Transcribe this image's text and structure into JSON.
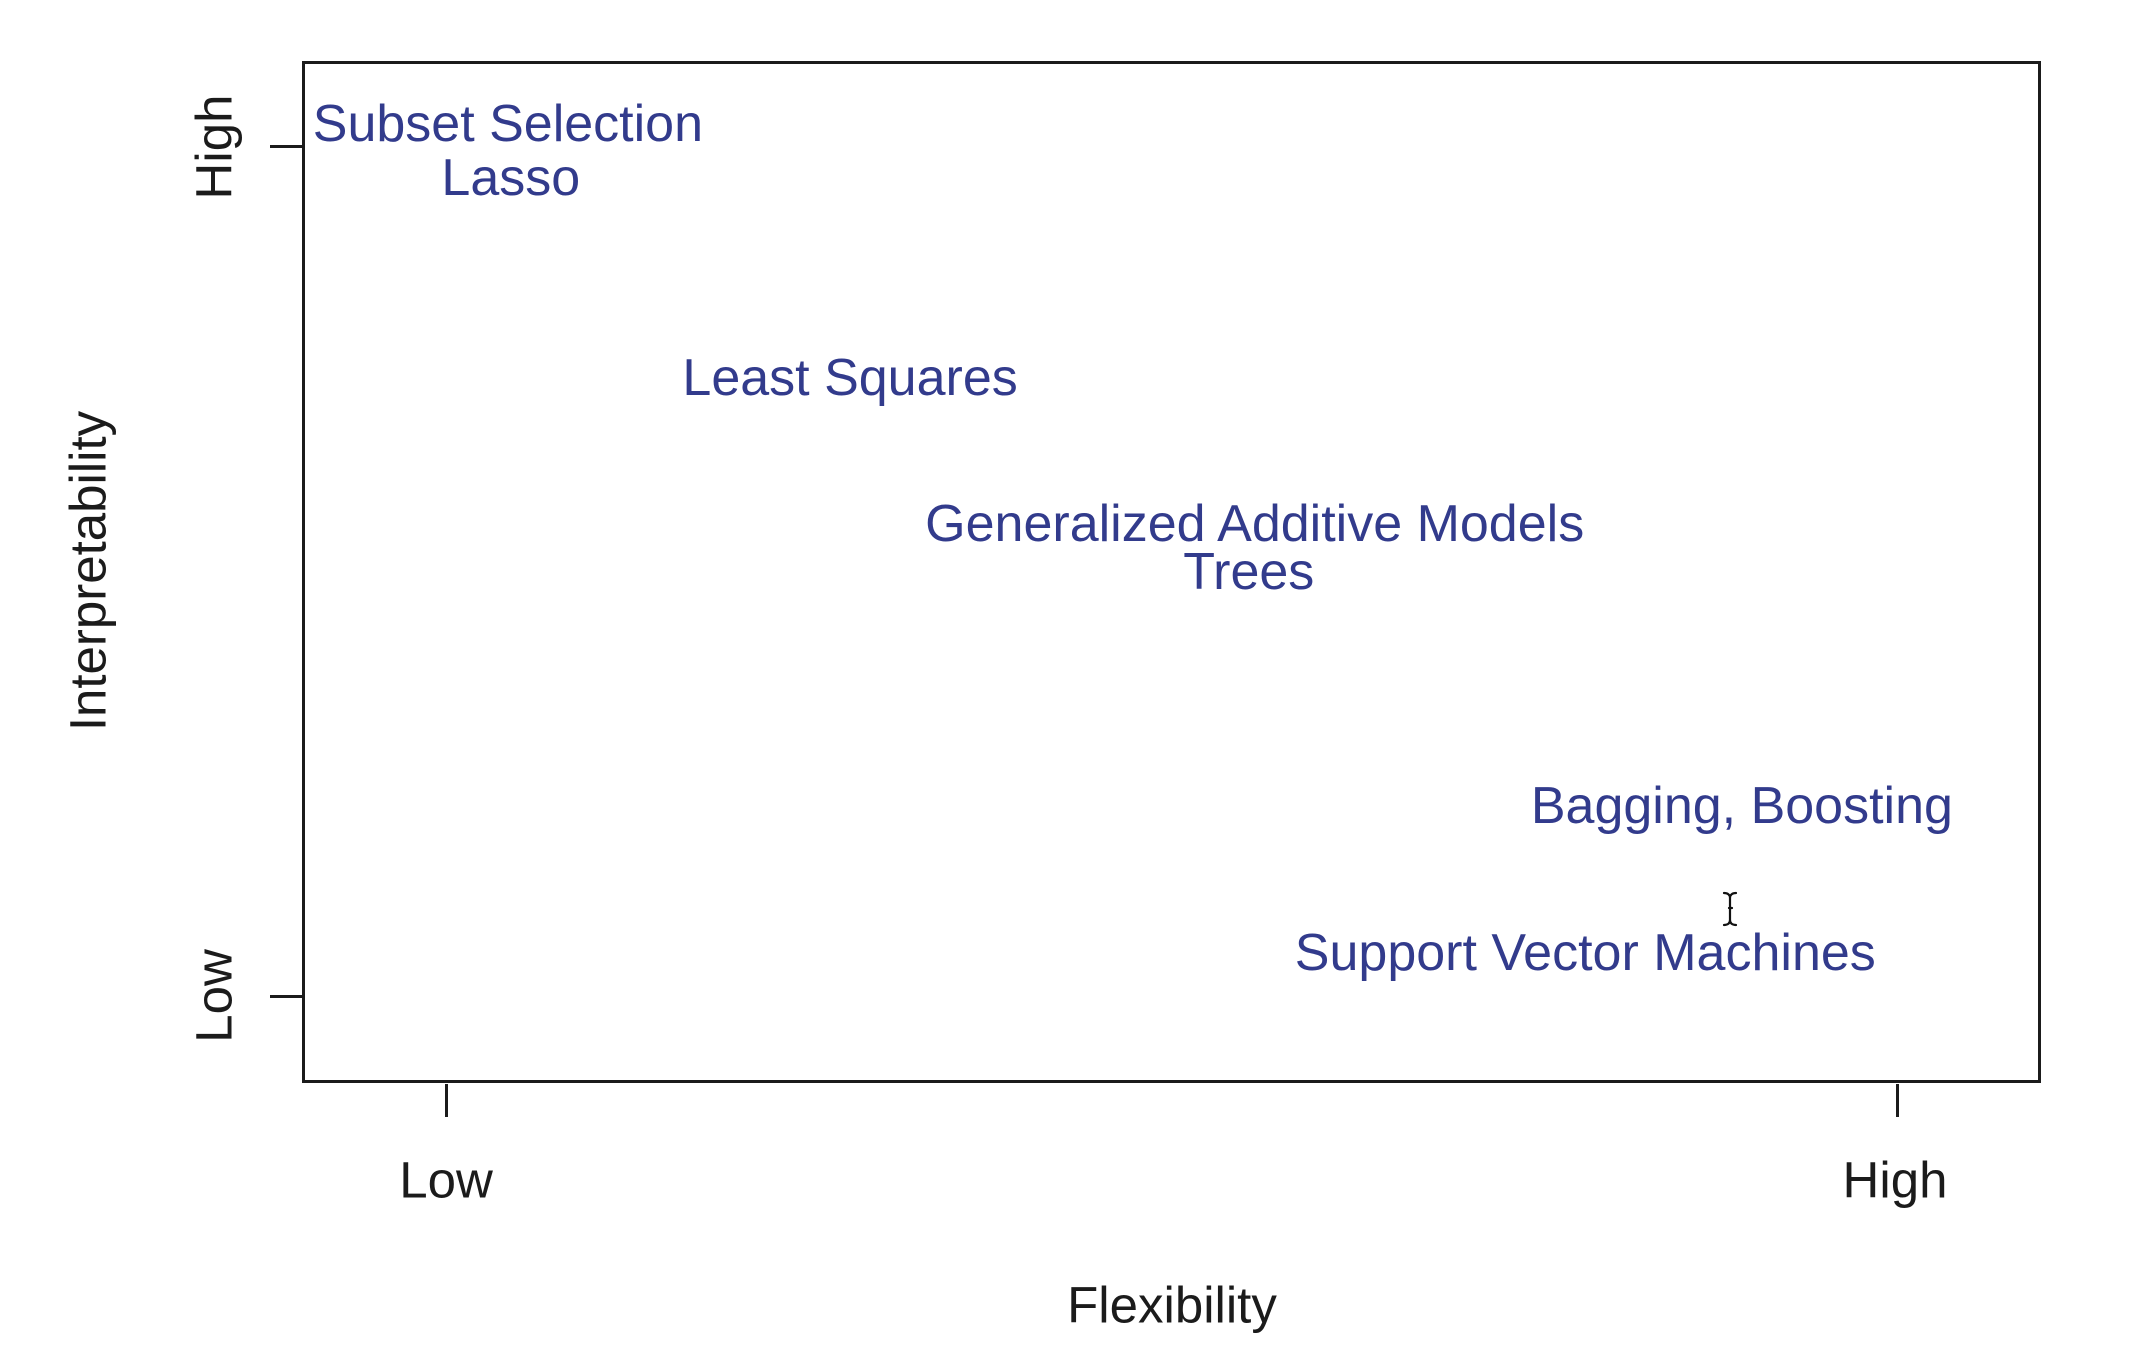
{
  "figure": {
    "background": "#ffffff",
    "axis_color": "#1b1b1b",
    "label_color": "#323b8c"
  },
  "chart_data": {
    "type": "scatter",
    "title": "",
    "xlabel": "Flexibility",
    "ylabel": "Interpretability",
    "x_tick_labels": [
      "Low",
      "High"
    ],
    "y_tick_labels": [
      "Low",
      "High"
    ],
    "xlim": [
      0,
      1
    ],
    "ylim": [
      0,
      1
    ],
    "grid": false,
    "legend_position": "none",
    "points": [
      {
        "label": "Subset Selection",
        "x": 0.042,
        "y": 1.027
      },
      {
        "label": "Lasso",
        "x": 0.044,
        "y": 0.964
      },
      {
        "label": "Least Squares",
        "x": 0.278,
        "y": 0.728
      },
      {
        "label": "Generalized Additive Models",
        "x": 0.557,
        "y": 0.556
      },
      {
        "label": "Trees",
        "x": 0.553,
        "y": 0.5
      },
      {
        "label": "Bagging, Boosting",
        "x": 0.893,
        "y": 0.225
      },
      {
        "label": "Support Vector Machines",
        "x": 0.785,
        "y": 0.052
      }
    ]
  },
  "cursor": {
    "type": "i-beam"
  }
}
